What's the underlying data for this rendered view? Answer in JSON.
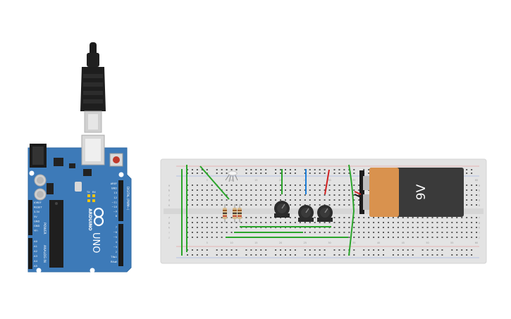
{
  "arduino": {
    "brand": "ARDUINO",
    "model": "UNO",
    "power_label": "POWER",
    "analog_label": "ANALOG IN",
    "digital_label": "DIGITAL (PWM~)",
    "power_pins": [
      "IOREF",
      "RESET",
      "3.3V",
      "5V",
      "GND",
      "GND",
      "Vin"
    ],
    "analog_pins": [
      "A0",
      "A1",
      "A2",
      "A3",
      "A4",
      "A5"
    ],
    "top_right_pins": [
      "AREF",
      "GND",
      "13",
      "12",
      "~11",
      "~10",
      "~9",
      "8"
    ],
    "bottom_right_pins": [
      "7",
      "~6",
      "~5",
      "4",
      "~3",
      "2",
      "TX▸1",
      "RX◂0"
    ],
    "led_labels": [
      "TX",
      "RX"
    ],
    "board_color": "#3d7ab8"
  },
  "breadboard": {
    "column_numbers": [
      "1",
      "5",
      "10",
      "15",
      "20",
      "25",
      "30",
      "35",
      "40",
      "45",
      "50",
      "55",
      "60"
    ],
    "row_letters_top": [
      "a",
      "b",
      "c",
      "d",
      "e"
    ],
    "row_letters_bottom": [
      "f",
      "g",
      "h",
      "i",
      "j"
    ]
  },
  "battery": {
    "label": "9V",
    "body_color": "#3a3a3a",
    "cap_color": "#d9924e"
  },
  "wire_colors": {
    "green": "#2aa52a",
    "red": "#d02020",
    "blue": "#1e7fd8"
  }
}
